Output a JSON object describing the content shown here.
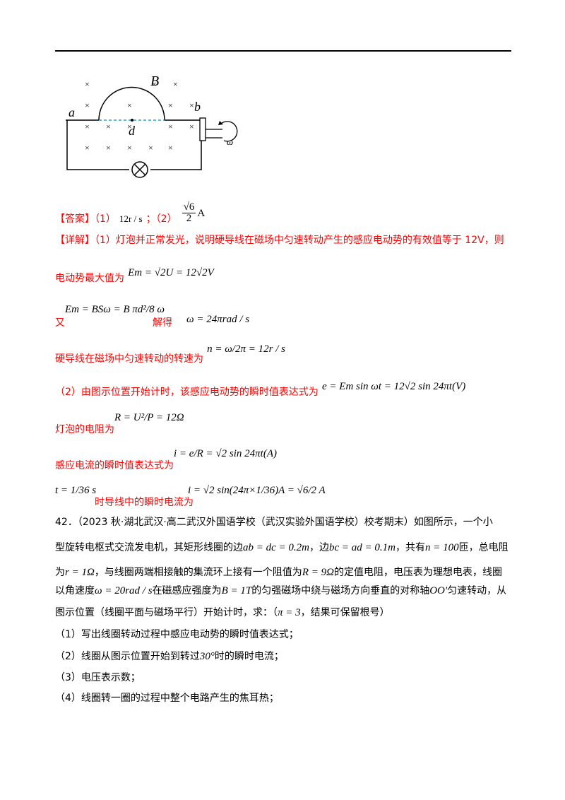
{
  "answer": {
    "tag": "【答案】",
    "part1_prefix": "（1）",
    "part1_value": "12r / s",
    "sep": "；（2）",
    "part2_value_num": "√6",
    "part2_value_den": "2",
    "part2_unit": "A"
  },
  "explain": {
    "tag": "【详解】",
    "line1": "（1）灯泡并正常发光，说明硬导线在磁场中匀速转动产生的感应电动势的有效值等于 12V，则",
    "line2_text": "电动势最大值为",
    "line2_math": "Em = √2U = 12√2V",
    "line3_text_a": "又",
    "line3_math": "Em = BSω = B πd²/8 ω",
    "line3_text_b": "解得",
    "line3_math_b": "ω = 24πrad / s",
    "line4_text": "硬导线在磁场中匀速转动的转速为",
    "line4_math": "n = ω/2π = 12r / s",
    "line5_text": "（2）由图示位置开始计时，该感应电动势的瞬时值表达式为",
    "line5_math": "e = Em sin ωt = 12√2 sin 24πt(V)",
    "line6_text": "灯泡的电阻为",
    "line6_math": "R = U²/P = 12Ω",
    "line7_text": "感应电流的瞬时值表达式为",
    "line7_math": "i = e/R = √2 sin 24πt(A)",
    "line8_math_a": "t = 1/36 s",
    "line8_text": "时导线中的瞬时电流为",
    "line8_math_b": "i = √2 sin(24π×1/36)A = √6/2 A"
  },
  "question": {
    "number": "42．",
    "source": "（2023 秋·湖北武汉·高二武汉外国语学校（武汉实验外国语学校）校考期末）",
    "line1_tail": "如图所示，一个小",
    "line2_a": "型旋转电枢式交流发电机，其矩形线圈的边",
    "line2_m1": "ab = dc = 0.2m",
    "line2_b": "，边",
    "line2_m2": "bc = ad = 0.1m",
    "line2_c": "，共有",
    "line2_m3": "n = 100",
    "line2_d": "匝，总电阻",
    "line3_a": "为",
    "line3_m1": "r = 1Ω",
    "line3_b": "，与线圈两端相接触的集流环上接有一个阻值为",
    "line3_m2": "R = 9Ω",
    "line3_c": "的定值电阻，电压表为理想电表，线圈",
    "line4_a": "以角速度",
    "line4_m1": "ω = 20rad / s",
    "line4_b": "在磁感应强度为",
    "line4_m2": "B = 1T",
    "line4_c": "的匀强磁场中绕与磁场方向垂直的对称轴",
    "line4_m3": "OO′",
    "line4_d": "匀速转动，从",
    "line5_a": "图示位置（线圈平面与磁场平行）开始计时，求：（",
    "line5_m": "π = 3",
    "line5_b": "，结果可保留根号）",
    "items": [
      "（1）写出线圈转动过程中感应电动势的瞬时值表达式；",
      "（2）线圈从图示位置开始到转过",
      "（3）电压表示数；",
      "（4）线圈转一圈的过程中整个电路产生的焦耳热；"
    ],
    "item2_math": "30°",
    "item2_tail": "时的瞬时电流；"
  },
  "figure": {
    "label_a": "a",
    "label_b": "b",
    "label_B": "B",
    "label_d": "d",
    "label_omega": "ω",
    "cross": "×"
  }
}
